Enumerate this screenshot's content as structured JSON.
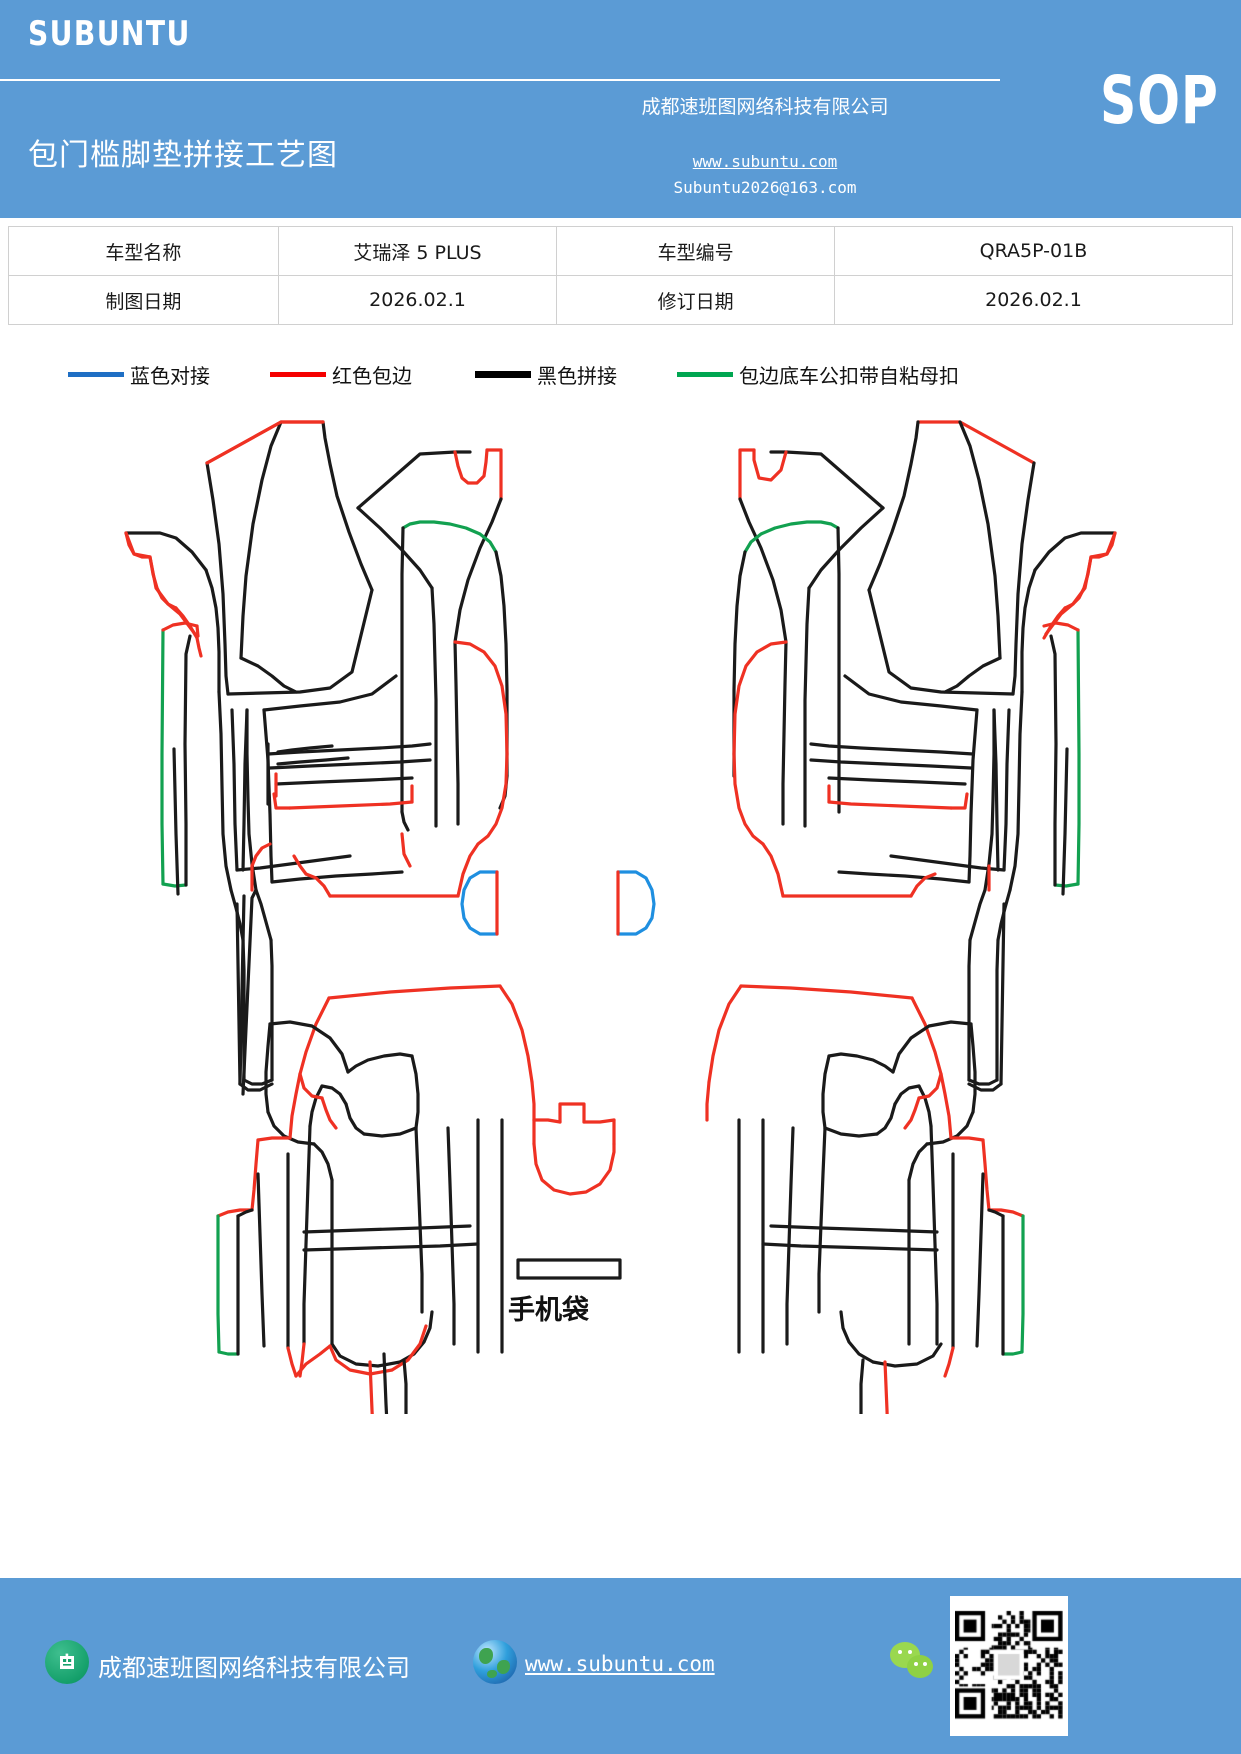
{
  "header": {
    "brand": "SUBUNTU",
    "doc_title": "包门槛脚垫拼接工艺图",
    "company": "成都速班图网络科技有限公司",
    "website": "www.subuntu.com",
    "email": "Subuntu2026@163.com",
    "doc_type": "SOP"
  },
  "info_table": {
    "rows": [
      {
        "label1": "车型名称",
        "value1": "艾瑞泽 5 PLUS",
        "label2": "车型编号",
        "value2": "QRA5P-01B"
      },
      {
        "label1": "制图日期",
        "value1": "2026.02.1",
        "label2": "修订日期",
        "value2": "2026.02.1"
      }
    ]
  },
  "legend": {
    "items": [
      {
        "label": "蓝色对接",
        "color": "#1f6fc4",
        "icon": "line-swatch-blue"
      },
      {
        "label": "红色包边",
        "color": "#f50000",
        "icon": "line-swatch-red"
      },
      {
        "label": "黑色拼接",
        "color": "#000000",
        "icon": "line-swatch-black"
      },
      {
        "label": "包边底车公扣带自粘母扣",
        "color": "#00a651",
        "icon": "line-swatch-green"
      }
    ]
  },
  "drawing": {
    "pocket_label": "手机袋",
    "colors": {
      "red": "#ef3123",
      "black": "#1a1a1a",
      "green": "#12a150",
      "blue": "#1f8fe0"
    },
    "parts": [
      "front-left-floor-mat",
      "front-right-floor-mat",
      "phone-pocket-left",
      "phone-pocket-right",
      "rear-floor-mat-assembly"
    ]
  },
  "footer": {
    "company": "成都速班图网络科技有限公司",
    "website": "www.subuntu.com",
    "building_icon": "building-icon",
    "globe_icon": "globe-icon",
    "wechat_icon": "wechat-icon",
    "qr_icon": "qr-code"
  }
}
